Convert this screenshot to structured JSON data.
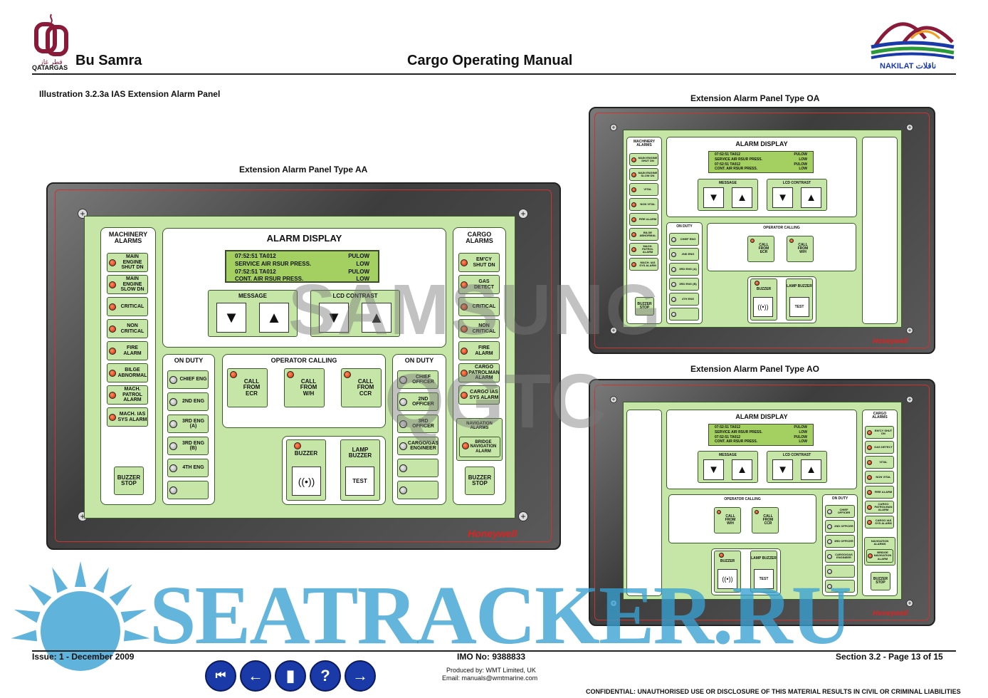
{
  "header": {
    "left_title": "Bu Samra",
    "center_title": "Cargo Operating Manual",
    "qatargas_logo": "QATARGAS",
    "nakilat_logo": "NAKILAT ناقلات"
  },
  "illustration_title": "Illustration 3.2.3a IAS Extension Alarm Panel",
  "captions": {
    "aa": "Extension Alarm Panel Type AA",
    "oa": "Extension Alarm Panel Type OA",
    "ao": "Extension Alarm Panel Type AO"
  },
  "panel": {
    "machinery_title": "MACHINERY ALARMS",
    "machinery": [
      "MAIN ENGINE SHUT DN",
      "MAIN ENGINE SLOW DN",
      "CRITICAL",
      "NON CRITICAL",
      "FIRE ALARM",
      "BILGE ABNORMAL",
      "MACH. PATROL ALARM",
      "MACH. IAS SYS ALARM"
    ],
    "machinery_oa": [
      "MAIN ENGINE SHUT DN",
      "MAIN ENGINE SLOW DN",
      "VITAL",
      "NON VITAL",
      "FIRE ALARM",
      "BILGE ABNORMAL",
      "MACH. PATROL ALARM",
      "MACH. IAS SYS ALARM"
    ],
    "alarm_display": "ALARM DISPLAY",
    "lcd": [
      [
        "07:52:51 TA012",
        "PULOW"
      ],
      [
        "SERVICE AIR RSUR PRESS.",
        "LOW"
      ],
      [
        "07:52:51 TA012",
        "PULOW"
      ],
      [
        "CONT. AIR RSUR PRESS.",
        "LOW"
      ]
    ],
    "message": "MESSAGE",
    "lcd_contrast": "LCD CONTRAST",
    "arrow_down": "▼",
    "arrow_up": "▲",
    "on_duty": "ON DUTY",
    "on_duty_left": [
      "CHIEF ENG",
      "2ND ENG",
      "3RD ENG (A)",
      "3RD ENG (B)",
      "4TH ENG",
      ""
    ],
    "on_duty_right": [
      "CHIEF OFFICER",
      "2ND OFFICER",
      "3RD OFFICER",
      "CARGO/GAS ENGINEER",
      "",
      ""
    ],
    "operator_calling": "OPERATOR CALLING",
    "calls": [
      "CALL FROM ECR",
      "CALL FROM W/H",
      "CALL FROM CCR"
    ],
    "calls_oa": [
      "CALL FROM ECR",
      "CALL FROM W/H"
    ],
    "calls_ao": [
      "CALL FROM W/H",
      "CALL FROM CCR"
    ],
    "buzzer": "BUZZER",
    "lamp_buzzer": "LAMP BUZZER",
    "test": "TEST",
    "buzzer_stop": "BUZZER STOP",
    "cargo_title": "CARGO ALARMS",
    "cargo": [
      "EM'CY SHUT DN",
      "GAS DETECT",
      "CRITICAL",
      "NON CRITICAL",
      "FIRE ALARM",
      "CARGO PATROLMAN ALARM",
      "CARGO IAS SYS ALARM"
    ],
    "cargo_ao": [
      "EM'CY SHUT DN",
      "GAS DETECT",
      "VITAL",
      "NON VITAL",
      "FIRE ALARM",
      "CARGO PATROLMAN ALARM",
      "CARGO IAS SYS ALARM"
    ],
    "navigation_alarms": "NAVIGATION ALARMS",
    "bridge_nav": "BRIDGE NAVIGATION ALARM",
    "brand": "Honeywell"
  },
  "footer": {
    "issue": "Issue: 1 -  December 2009",
    "imo": "IMO No: 9388833",
    "produced": "Produced by: WMT Limited, UK",
    "email": "Email: manuals@wmtmarine.com",
    "section": "Section 3.2  -  Page 13 of 15",
    "confidential": "CONFIDENTIAL: UNAUTHORISED USE OR DISCLOSURE OF THIS MATERIAL RESULTS IN CIVIL OR CRIMINAL LIABILITIES"
  },
  "nav_buttons": [
    "⏮",
    "←",
    "▮",
    "?",
    "→"
  ],
  "watermarks": {
    "samsung": "SAMSUNG",
    "qgtc": "QGTC",
    "seatracker": "SEATRACKER.RU"
  },
  "colors": {
    "panel_green": "#c6e6a8",
    "lcd_green": "#a3d060",
    "led_red": "#d02000",
    "nav_blue": "#1a3aa8",
    "watermark_blue": "#38a0d2"
  }
}
